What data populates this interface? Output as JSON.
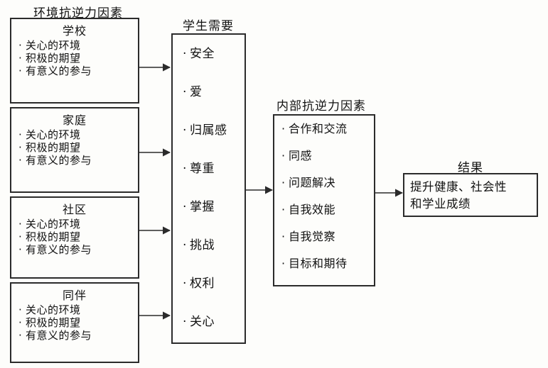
{
  "diagram": {
    "title_environmental": "环境抗逆力因素",
    "title_needs": "学生需要",
    "title_internal": "内部抗逆力因素",
    "title_outcome": "结果",
    "bullet_glyph": "·",
    "line_color": "#2b2b2b",
    "text_color": "#111111",
    "background": "#fdfdfb"
  },
  "environmental": {
    "boxes": [
      {
        "title": "学校",
        "items": [
          "关心的环境",
          "积极的期望",
          "有意义的参与"
        ]
      },
      {
        "title": "家庭",
        "items": [
          "关心的环境",
          "积极的期望",
          "有意义的参与"
        ]
      },
      {
        "title": "社区",
        "items": [
          "关心的环境",
          "积极的期望",
          "有意义的参与"
        ]
      },
      {
        "title": "同伴",
        "items": [
          "关心的环境",
          "积极的期望",
          "有意义的参与"
        ]
      }
    ]
  },
  "needs": {
    "items": [
      "安全",
      "爱",
      "归属感",
      "尊重",
      "掌握",
      "挑战",
      "权利",
      "关心"
    ]
  },
  "internal": {
    "items": [
      "合作和交流",
      "同感",
      "问题解决",
      "自我效能",
      "自我觉察",
      "目标和期待"
    ]
  },
  "outcome": {
    "lines": [
      "提升健康、社会性",
      "和学业成绩"
    ]
  }
}
